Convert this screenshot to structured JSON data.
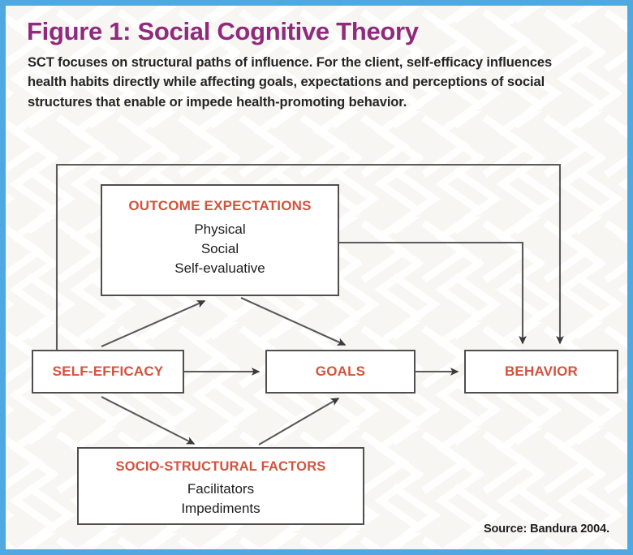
{
  "figure": {
    "title": "Figure 1: Social Cognitive Theory",
    "description": "SCT focuses on structural paths of influence. For the client, self-efficacy influences health habits directly while affecting goals, expectations and perceptions of social structures that enable or impede health-promoting behavior.",
    "source": "Source: Bandura 2004.",
    "colors": {
      "frame_border": "#4fa9e0",
      "title_purple": "#8f2a7d",
      "node_heading_red": "#d4533c",
      "body_text": "#252525",
      "box_border": "#4f4f4f",
      "page_background": "#f7f6f2",
      "arrow": "#3a3a3a"
    }
  },
  "nodes": [
    {
      "id": "outcome-expectations",
      "heading": "OUTCOME EXPECTATIONS",
      "lines": [
        "Physical",
        "Social",
        "Self-evaluative"
      ]
    },
    {
      "id": "self-efficacy",
      "heading": "SELF-EFFICACY",
      "lines": []
    },
    {
      "id": "goals",
      "heading": "GOALS",
      "lines": []
    },
    {
      "id": "behavior",
      "heading": "BEHAVIOR",
      "lines": []
    },
    {
      "id": "socio-structural-factors",
      "heading": "SOCIO-STRUCTURAL FACTORS",
      "lines": [
        "Facilitators",
        "Impediments"
      ]
    }
  ],
  "edges": [
    {
      "from": "self-efficacy",
      "to": "outcome-expectations",
      "style": "diagonal-up-right"
    },
    {
      "from": "self-efficacy",
      "to": "goals",
      "style": "horizontal-right"
    },
    {
      "from": "self-efficacy",
      "to": "socio-structural-factors",
      "style": "diagonal-down-right"
    },
    {
      "from": "self-efficacy",
      "to": "behavior",
      "style": "orthogonal-over-top"
    },
    {
      "from": "outcome-expectations",
      "to": "goals",
      "style": "diagonal-down-right"
    },
    {
      "from": "outcome-expectations",
      "to": "behavior",
      "style": "orthogonal-right-down"
    },
    {
      "from": "socio-structural-factors",
      "to": "goals",
      "style": "diagonal-up-right"
    },
    {
      "from": "goals",
      "to": "behavior",
      "style": "horizontal-right"
    }
  ]
}
